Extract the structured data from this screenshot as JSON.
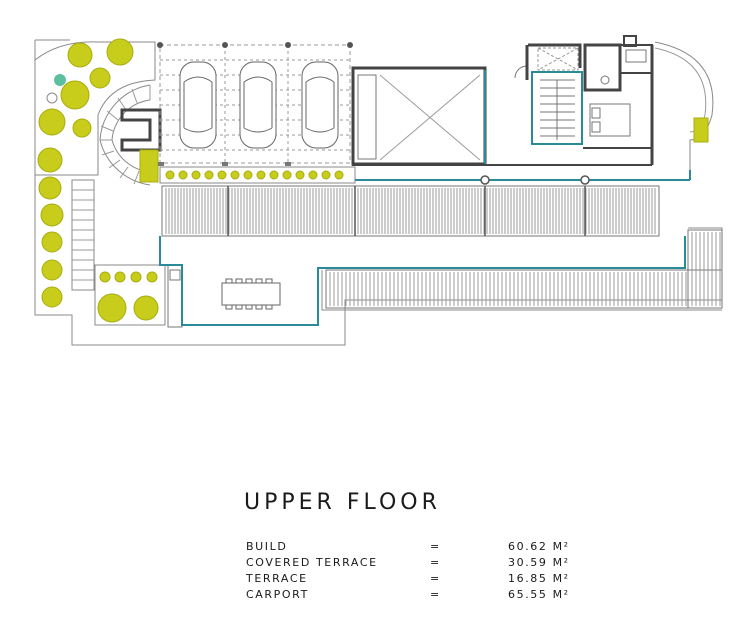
{
  "plan": {
    "title": "UPPER FLOOR",
    "areas": [
      {
        "label": "BUILD",
        "eq": "=",
        "value": "60.62 M²"
      },
      {
        "label": "COVERED TERRACE",
        "eq": "=",
        "value": "30.59 M²"
      },
      {
        "label": "TERRACE",
        "eq": "=",
        "value": "16.85 M²"
      },
      {
        "label": "CARPORT",
        "eq": "=",
        "value": "65.55 M²"
      }
    ]
  },
  "colors": {
    "wall": "#555555",
    "line": "#8a8a8a",
    "accent": "#2a8a9a",
    "foliage": "#c8cc1a",
    "foliage_dark": "#a8ad10",
    "water": "#5cc0a0"
  }
}
